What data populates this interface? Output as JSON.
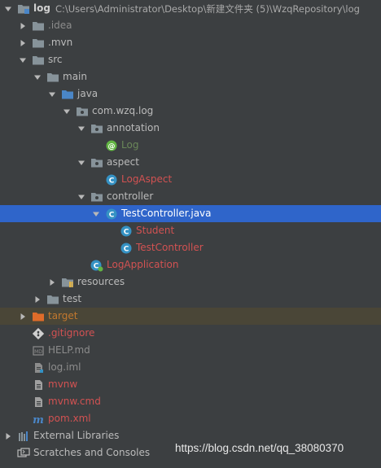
{
  "project": {
    "name": "log",
    "path": "C:\\Users\\Administrator\\Desktop\\新建文件夹 (5)\\WzqRepository\\log"
  },
  "tree": [
    {
      "label": "log",
      "depth": 0,
      "arrow": "down",
      "icon": "module-folder-icon",
      "name": "tree-node-log-root",
      "color": "bold"
    },
    {
      "label": ".idea",
      "depth": 1,
      "arrow": "right",
      "icon": "folder-icon",
      "name": "tree-node-idea",
      "color": "gray"
    },
    {
      "label": ".mvn",
      "depth": 1,
      "arrow": "right",
      "icon": "folder-icon",
      "name": "tree-node-mvn",
      "color": "default"
    },
    {
      "label": "src",
      "depth": 1,
      "arrow": "down",
      "icon": "folder-icon",
      "name": "tree-node-src",
      "color": "default"
    },
    {
      "label": "main",
      "depth": 2,
      "arrow": "down",
      "icon": "folder-icon",
      "name": "tree-node-main",
      "color": "default"
    },
    {
      "label": "java",
      "depth": 3,
      "arrow": "down",
      "icon": "source-folder-icon",
      "name": "tree-node-java",
      "color": "default"
    },
    {
      "label": "com.wzq.log",
      "depth": 4,
      "arrow": "down",
      "icon": "package-icon",
      "name": "tree-node-com-wzq-log",
      "color": "default"
    },
    {
      "label": "annotation",
      "depth": 5,
      "arrow": "down",
      "icon": "package-icon",
      "name": "tree-node-annotation",
      "color": "default"
    },
    {
      "label": "Log",
      "depth": 6,
      "arrow": "none",
      "icon": "annotation-icon",
      "name": "tree-node-log-annotation",
      "color": "green"
    },
    {
      "label": "aspect",
      "depth": 5,
      "arrow": "down",
      "icon": "package-icon",
      "name": "tree-node-aspect",
      "color": "default"
    },
    {
      "label": "LogAspect",
      "depth": 6,
      "arrow": "none",
      "icon": "class-icon",
      "name": "tree-node-logaspect",
      "color": "red"
    },
    {
      "label": "controller",
      "depth": 5,
      "arrow": "down",
      "icon": "package-icon",
      "name": "tree-node-controller",
      "color": "default"
    },
    {
      "label": "TestController.java",
      "depth": 6,
      "arrow": "down",
      "icon": "class-icon",
      "name": "tree-node-testcontroller-java",
      "color": "white",
      "selected": true
    },
    {
      "label": "Student",
      "depth": 7,
      "arrow": "none",
      "icon": "class-icon",
      "name": "tree-node-student",
      "color": "red"
    },
    {
      "label": "TestController",
      "depth": 7,
      "arrow": "none",
      "icon": "class-icon",
      "name": "tree-node-testcontroller",
      "color": "red"
    },
    {
      "label": "LogApplication",
      "depth": 5,
      "arrow": "none",
      "icon": "spring-class-icon",
      "name": "tree-node-logapplication",
      "color": "red"
    },
    {
      "label": "resources",
      "depth": 3,
      "arrow": "right",
      "icon": "resources-folder-icon",
      "name": "tree-node-resources",
      "color": "default"
    },
    {
      "label": "test",
      "depth": 2,
      "arrow": "right",
      "icon": "folder-icon",
      "name": "tree-node-test",
      "color": "default"
    },
    {
      "label": "target",
      "depth": 1,
      "arrow": "right",
      "icon": "excluded-folder-icon",
      "name": "tree-node-target",
      "color": "orange",
      "excluded": true
    },
    {
      "label": ".gitignore",
      "depth": 1,
      "arrow": "none",
      "icon": "git-icon",
      "name": "tree-node-gitignore",
      "color": "red"
    },
    {
      "label": "HELP.md",
      "depth": 1,
      "arrow": "none",
      "icon": "markdown-icon",
      "name": "tree-node-help-md",
      "color": "gray"
    },
    {
      "label": "log.iml",
      "depth": 1,
      "arrow": "none",
      "icon": "iml-file-icon",
      "name": "tree-node-log-iml",
      "color": "gray"
    },
    {
      "label": "mvnw",
      "depth": 1,
      "arrow": "none",
      "icon": "text-file-icon",
      "name": "tree-node-mvnw",
      "color": "red"
    },
    {
      "label": "mvnw.cmd",
      "depth": 1,
      "arrow": "none",
      "icon": "text-file-icon",
      "name": "tree-node-mvnw-cmd",
      "color": "red"
    },
    {
      "label": "pom.xml",
      "depth": 1,
      "arrow": "none",
      "icon": "maven-icon",
      "name": "tree-node-pom-xml",
      "color": "red"
    },
    {
      "label": "External Libraries",
      "depth": 0,
      "arrow": "right",
      "icon": "libraries-icon",
      "name": "tree-node-external-libraries",
      "color": "default"
    },
    {
      "label": "Scratches and Consoles",
      "depth": 0,
      "arrow": "none",
      "icon": "scratches-icon",
      "name": "tree-node-scratches",
      "color": "default"
    }
  ],
  "watermark": "https://blog.csdn.net/qq_38080370",
  "colors": {
    "background": "#3c3f41",
    "selection": "#2f65ca",
    "excluded_row": "#4a4637",
    "folder": "#87939a",
    "source_folder": "#4a86c7",
    "class": "#3592c4",
    "annotation": "#62b543",
    "excluded_folder": "#e06c2a"
  }
}
